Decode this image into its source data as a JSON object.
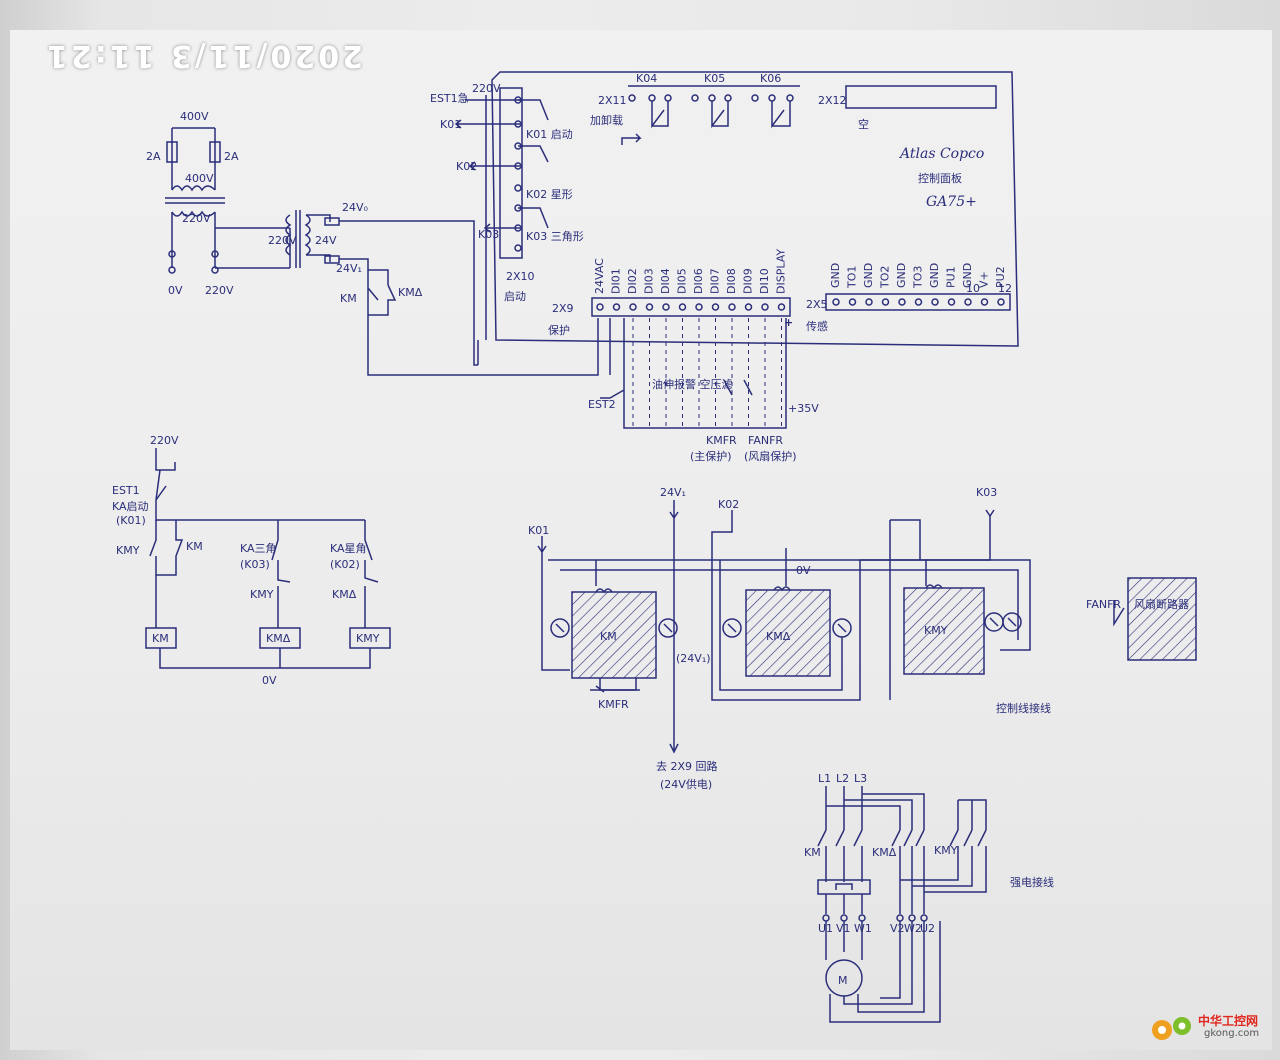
{
  "timestamp": "2020/11/3 11:21",
  "transformer": {
    "top_voltage": "400V",
    "fuse_left": "2A",
    "fuse_right": "2A",
    "primary": "400V",
    "sec1": "220V",
    "sec1_out": "220V",
    "sec1_zero": "0V",
    "sec_b": "220V",
    "sec_b_out": "24V",
    "v24_0": "24V₀",
    "v24_1": "24V₁",
    "km": "KM",
    "kmd": "KMΔ"
  },
  "panel": {
    "brand": "Atlas Copco",
    "title": "控制面板",
    "model": "GA75+",
    "x11": "2X11",
    "x11_desc": "加卸载",
    "x12": "2X12",
    "x12_desc": "空",
    "k04": "K04",
    "k05": "K05",
    "k06": "K06",
    "x10": "2X10",
    "x10_desc": "启动",
    "x9": "2X9",
    "x9_desc": "保护",
    "x5": "2X5",
    "x5_desc": "传感",
    "est1": "EST1急",
    "v220": "220V",
    "k01": "K01",
    "k01_start": "K01 启动",
    "k02": "K02",
    "k02_star": "K02 星形",
    "k03": "K03",
    "k03_tri": "K03 三角形",
    "x9_pins": [
      "24VAC",
      "DI01",
      "DI02",
      "DI03",
      "DI04",
      "DI05",
      "DI06",
      "DI07",
      "DI08",
      "DI09",
      "DI10",
      "DISPLAY"
    ],
    "x5_pins": [
      "GND",
      "TO1",
      "GND",
      "TO2",
      "GND",
      "TO3",
      "GND",
      "PU1",
      "GND",
      "V+",
      "PU2"
    ],
    "pin_num_10": "10",
    "pin_num_12": "12",
    "est2": "EST2",
    "door_label": "油伸报警 空压滤",
    "kmfr": "KMFR",
    "kmfr_desc": "(主保护)",
    "fanfr": "FANFR",
    "fanfr_desc": "(风扇保护)",
    "v35": "+35V"
  },
  "ladder": {
    "v220": "220V",
    "est1": "EST1",
    "ka_start": "KA启动",
    "k01": "(K01)",
    "kmy": "KMY",
    "km": "KM",
    "ka_tri": "KA三角",
    "k03": "(K03)",
    "ka_star": "KA星角",
    "k02": "(K02)",
    "kmd": "KMΔ",
    "coil_km": "KM",
    "coil_kmd": "KMΔ",
    "coil_kmy": "KMY",
    "ov": "0V"
  },
  "wiring": {
    "k01": "K01",
    "v24": "24V₁",
    "k02": "K02",
    "k03": "K03",
    "ov": "0V",
    "km": "KM",
    "kmd": "KMΔ",
    "kmy": "KMY",
    "kmfr": "KMFR",
    "v24_side": "(24V₁)",
    "bottom": "去 2X9 回路",
    "bottom2": "(24V供电)",
    "caption": "控制线接线",
    "fanfr": "FANFR",
    "fan_box": "风扇断路器"
  },
  "power": {
    "l1": "L1",
    "l2": "L2",
    "l3": "L3",
    "km": "KM",
    "kmd": "KMΔ",
    "kmy": "KMY",
    "u1": "U1",
    "v1": "V1",
    "w1": "W1",
    "v2": "V2",
    "w2": "W2",
    "u2": "U2",
    "motor": "M",
    "caption": "强电接线"
  },
  "logo": {
    "cn": "中华工控网",
    "en": "gkong.com"
  }
}
